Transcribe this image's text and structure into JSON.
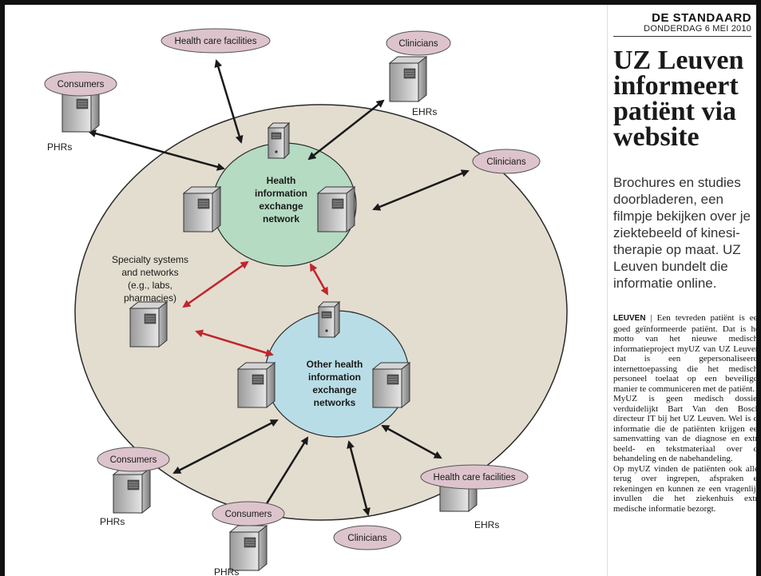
{
  "diagram": {
    "nodes": {
      "health_care_facilities_top": "Health care facilities",
      "clinicians_top": "Clinicians",
      "ehrs_top": "EHRs",
      "consumers_top": "Consumers",
      "phrs_top": "PHRs",
      "clinicians_right": "Clinicians",
      "hie_network": [
        "Health",
        "information",
        "exchange",
        "network"
      ],
      "specialty": [
        "Specialty systems",
        "and networks",
        "(e.g., labs,",
        "pharmacies)"
      ],
      "other_hie": [
        "Other health",
        "information",
        "exchange",
        "networks"
      ],
      "consumers_mid": "Consumers",
      "phrs_mid": "PHRs",
      "health_care_facilities_bottom": "Health care facilities",
      "ehrs_bottom": "EHRs",
      "consumers_bottom": "Consumers",
      "phrs_bottom": "PHRs",
      "clinicians_bottom": "Clinicians"
    }
  },
  "article": {
    "paper": "DE STANDAARD",
    "date": "DONDERDAG 6 MEI 2010",
    "headline": "UZ Leuven informeert patiënt via website",
    "lead": "Brochures en studies doorbladeren, een filmpje bekijken over je ziektebeeld of kinesi-therapie op maat. UZ Leuven bundelt die informatie online.",
    "kicker": "LEUVEN",
    "paragraphs": [
      "Een tevreden patiënt is een goed geïnformeerde patiënt. Dat is het motto van het nieuwe medische informatieproject myUZ van UZ Leuven. Dat is een gepersonaliseerde internettoepassing die het medische personeel toelaat op een beveiligde manier te communiceren met de patiënt.",
      "MyUZ is geen medisch dossier, verduidelijkt Bart Van den Bosch, directeur IT bij het UZ Leuven. Wel is de informatie die de patiënten krijgen een samenvatting van de diagnose en extra beeld- en tekstmateriaal over de behandeling en de nabehandeling.",
      "Op myUZ vinden de patiënten ook alles terug over ingrepen, afspraken en rekeningen en kunnen ze een vragenlijst invullen die het ziekenhuis extra medische informatie bezorgt."
    ]
  }
}
